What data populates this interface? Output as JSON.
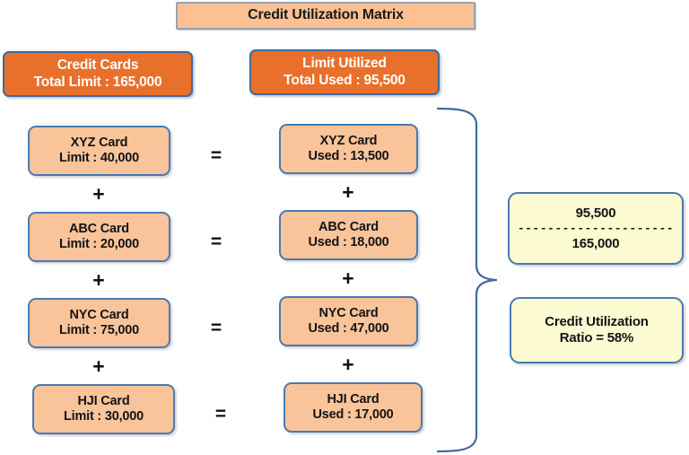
{
  "title": {
    "text": "Credit Utilization Matrix"
  },
  "headers": {
    "left": {
      "line1": "Credit Cards",
      "line2": "Total Limit : 165,000"
    },
    "right": {
      "line1": "Limit Utilized",
      "line2": "Total Used : 95,500"
    }
  },
  "operators": {
    "plus": "+",
    "equals": "="
  },
  "rows": [
    {
      "limit": {
        "line1": "XYZ Card",
        "line2": "Limit : 40,000"
      },
      "used": {
        "line1": "XYZ Card",
        "line2": "Used : 13,500"
      }
    },
    {
      "limit": {
        "line1": "ABC Card",
        "line2": "Limit : 20,000"
      },
      "used": {
        "line1": "ABC Card",
        "line2": "Used : 18,000"
      }
    },
    {
      "limit": {
        "line1": "NYC Card",
        "line2": "Limit : 75,000"
      },
      "used": {
        "line1": "NYC Card",
        "line2": "Used : 47,000"
      }
    },
    {
      "limit": {
        "line1": "HJI Card",
        "line2": "Limit : 30,000"
      },
      "used": {
        "line1": "HJI Card",
        "line2": "Used : 17,000"
      }
    }
  ],
  "results": {
    "fraction": {
      "numerator": "95,500",
      "bar": "---------------------",
      "denominator": "165,000"
    },
    "ratio": {
      "line1": "Credit Utilization",
      "line2": "Ratio = 58%"
    }
  },
  "colors": {
    "title_fill": "#fbc193",
    "header_fill": "#e8702a",
    "card_fill": "#fac49b",
    "result_fill": "#fcfad1",
    "outline": "#4a7ab0",
    "text_dark": "#141414",
    "text_light": "#ffffff"
  }
}
